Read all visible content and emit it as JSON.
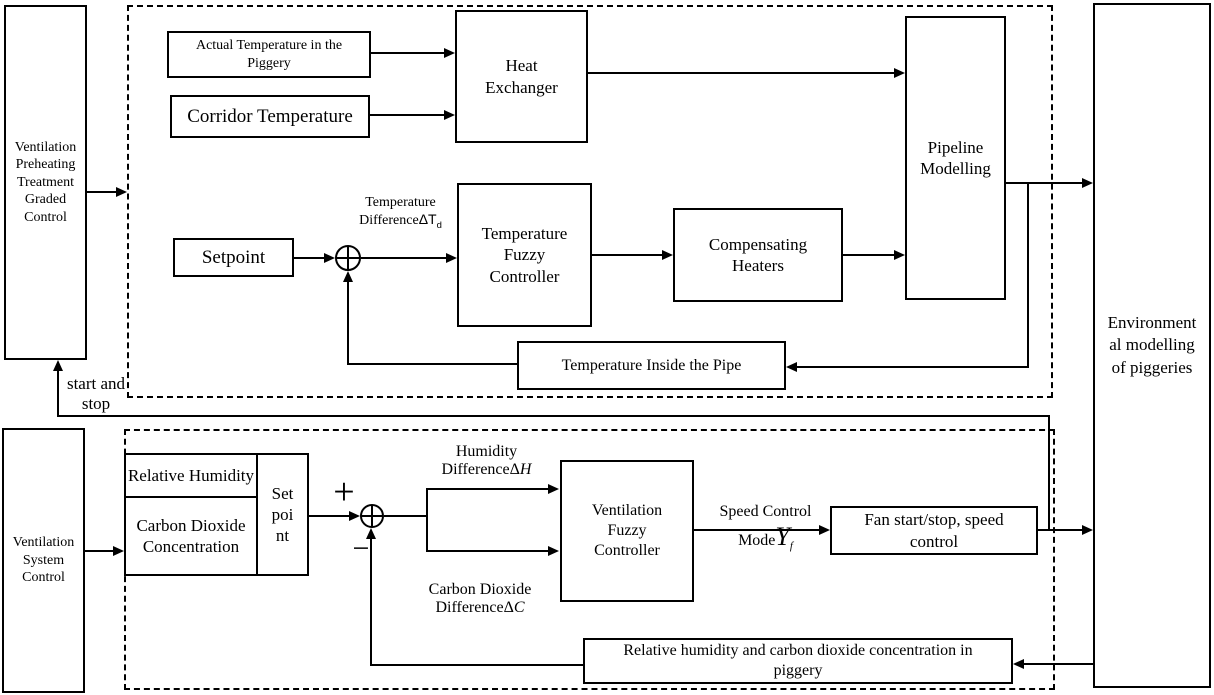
{
  "colors": {
    "line": "#000000",
    "background": "#ffffff"
  },
  "diagram": {
    "left_column": {
      "preheat_control": {
        "lines": [
          "Ventilation",
          "Preheating",
          "Treatment",
          "Graded",
          "Control"
        ]
      },
      "system_control": {
        "lines": [
          "Ventilation",
          "System",
          "Control"
        ]
      },
      "start_stop_label": {
        "lines": [
          "start and",
          "stop"
        ]
      }
    },
    "top_loop": {
      "actual_temp": {
        "lines": [
          "Actual Temperature in the",
          "Piggery"
        ]
      },
      "corridor_temp": {
        "label": "Corridor Temperature"
      },
      "heat_exchanger": {
        "lines": [
          "Heat",
          "Exchanger"
        ]
      },
      "setpoint": {
        "label": "Setpoint"
      },
      "temp_diff_label": {
        "line1": "Temperature",
        "line2_prefix": "Difference",
        "symbol": "ΔT",
        "subscript": "d"
      },
      "temp_fuzzy_controller": {
        "lines": [
          "Temperature",
          "Fuzzy",
          "Controller"
        ]
      },
      "compensating_heaters": {
        "lines": [
          "Compensating",
          "Heaters"
        ]
      },
      "pipeline_modelling": {
        "lines": [
          "Pipeline",
          "Modelling"
        ]
      },
      "pipe_temp": {
        "label": "Temperature Inside the Pipe"
      }
    },
    "bottom_loop": {
      "relative_humidity": {
        "label": "Relative Humidity"
      },
      "co2_concentration": {
        "label": "Carbon Dioxide Concentration"
      },
      "setpoint_cell": {
        "lines": [
          "Set",
          "poi",
          "nt"
        ]
      },
      "plus_sign": "+",
      "minus_sign": "−",
      "humidity_diff_label": {
        "line1": "Humidity",
        "line2_prefix": "Difference",
        "symbol": "Δ",
        "var": "H"
      },
      "co2_diff_label": {
        "line1": "Carbon Dioxide",
        "line2_prefix": "Difference",
        "symbol": "Δ",
        "var": "C"
      },
      "ventilation_fuzzy_controller": {
        "lines": [
          "Ventilation",
          "Fuzzy",
          "Controller"
        ]
      },
      "speed_control_label": {
        "line1": "Speed Control",
        "line2_prefix": "Mode",
        "var": "Y",
        "subscript": "f"
      },
      "fan_control": {
        "lines": [
          "Fan start/stop, speed",
          "control"
        ]
      },
      "rh_co2_feedback": {
        "lines": [
          "Relative humidity and carbon dioxide concentration in",
          "piggery"
        ]
      }
    },
    "environment": {
      "lines": [
        "Environment",
        "al modelling",
        "of piggeries"
      ]
    }
  }
}
